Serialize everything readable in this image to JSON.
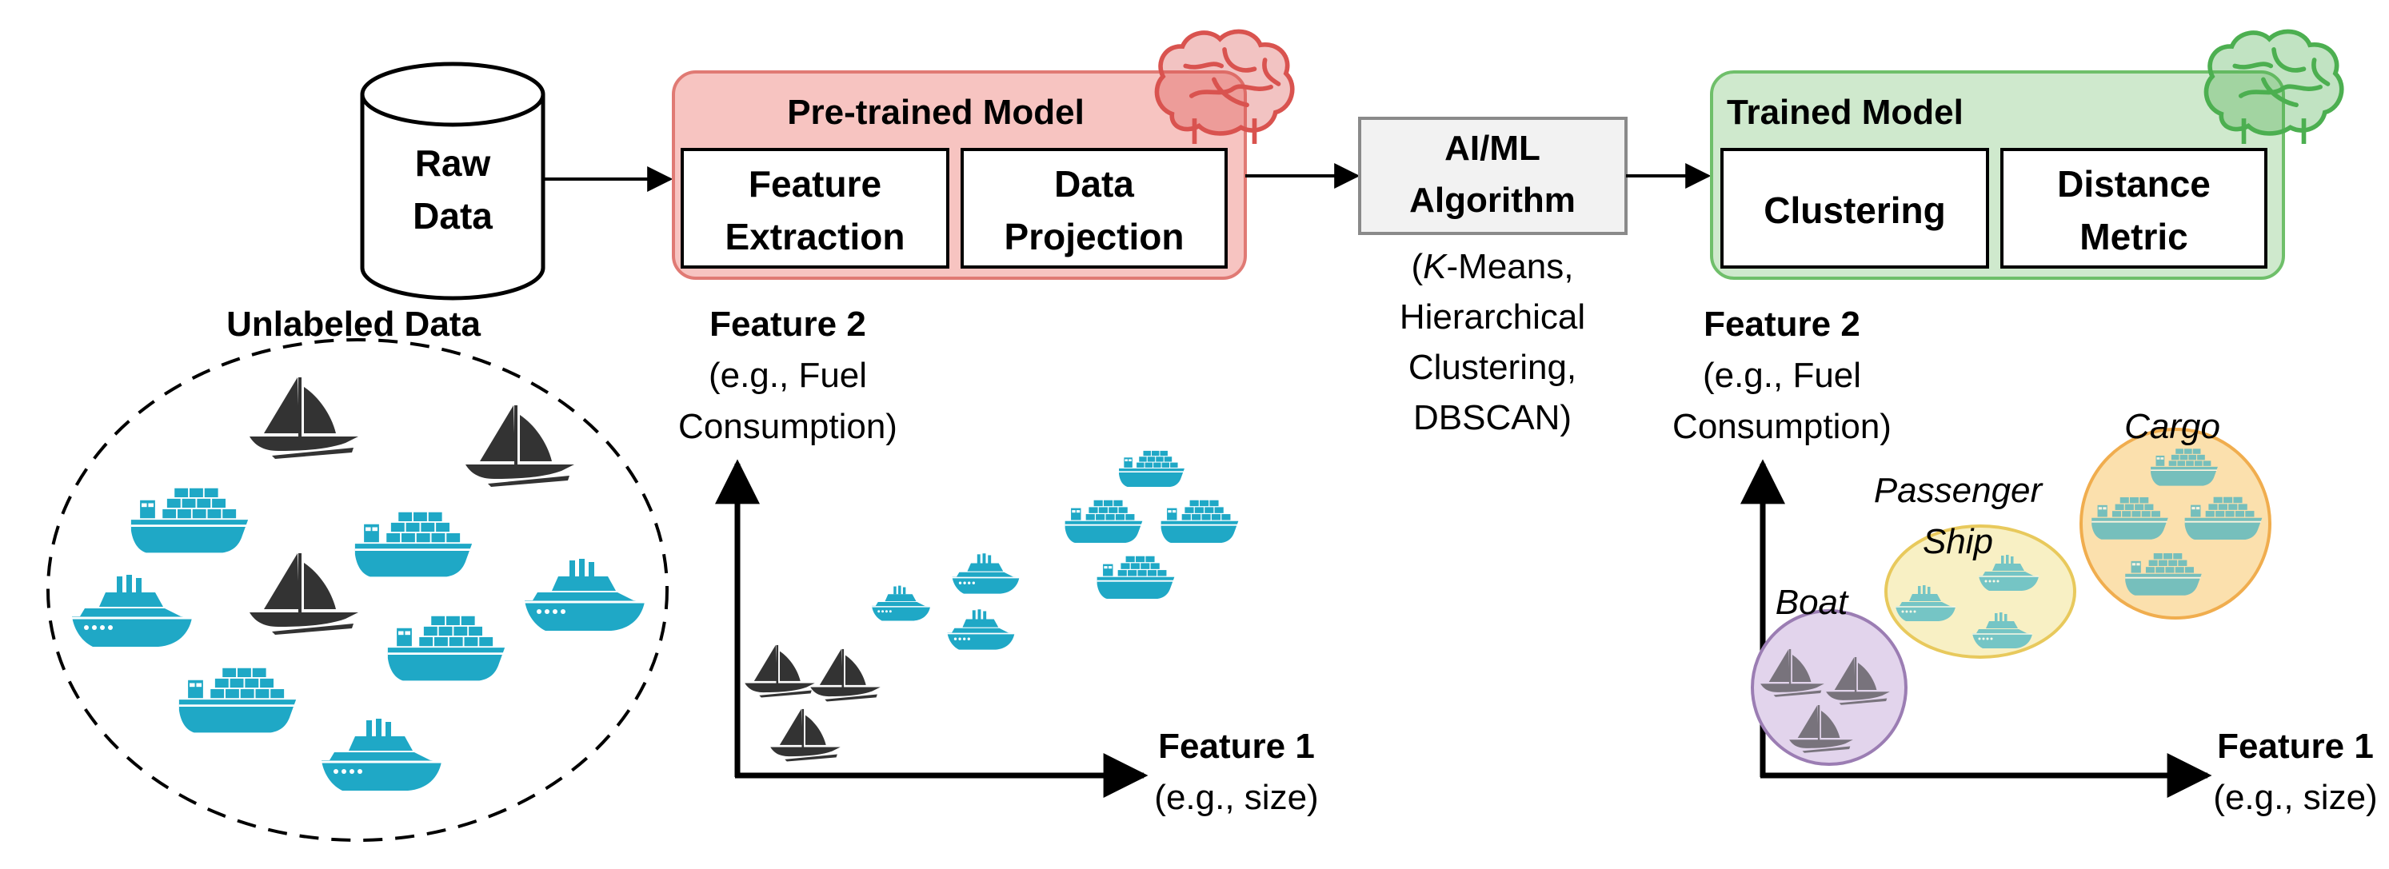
{
  "raw_data": {
    "line1": "Raw",
    "line2": "Data"
  },
  "unlabeled": {
    "title": "Unlabeled Data"
  },
  "pretrained": {
    "title": "Pre-trained Model",
    "box1": {
      "line1": "Feature",
      "line2": "Extraction"
    },
    "box2": {
      "line1": "Data",
      "line2": "Projection"
    },
    "brain_icon": "brain-icon",
    "color": "#f6a09c"
  },
  "algorithm": {
    "line1": "AI/ML",
    "line2": "Algorithm",
    "examples": {
      "k_prefix": "(",
      "k_italic": "K",
      "k_suffix": "-Means,",
      "line2": "Hierarchical",
      "line3": "Clustering,",
      "line4": "DBSCAN)"
    }
  },
  "trained": {
    "title": "Trained Model",
    "box1": {
      "line1": "Clustering"
    },
    "box2": {
      "line1": "Distance",
      "line2": "Metric"
    },
    "brain_icon": "brain-icon",
    "color": "#9ed39b"
  },
  "plot_left": {
    "y_title": "Feature 2",
    "y_sub1": "(e.g., Fuel",
    "y_sub2": "Consumption)",
    "x_title": "Feature 1",
    "x_sub": "(e.g., size)"
  },
  "plot_right": {
    "y_title": "Feature 2",
    "y_sub1": "(e.g., Fuel",
    "y_sub2": "Consumption)",
    "x_title": "Feature 1",
    "x_sub": "(e.g., size)",
    "clusters": {
      "boat": "Boat",
      "passenger1": "Passenger",
      "passenger2": "Ship",
      "cargo": "Cargo"
    }
  },
  "icons": {
    "sailboat": "sailboat-icon",
    "cruise": "passenger-ship-icon",
    "cargo": "cargo-ship-icon"
  },
  "colors": {
    "ship": "#1fa8c6",
    "boat": "#333333",
    "cluster_boat": "#d9c8e4",
    "cluster_passenger": "#f6edba",
    "cluster_cargo": "#fad89e"
  }
}
